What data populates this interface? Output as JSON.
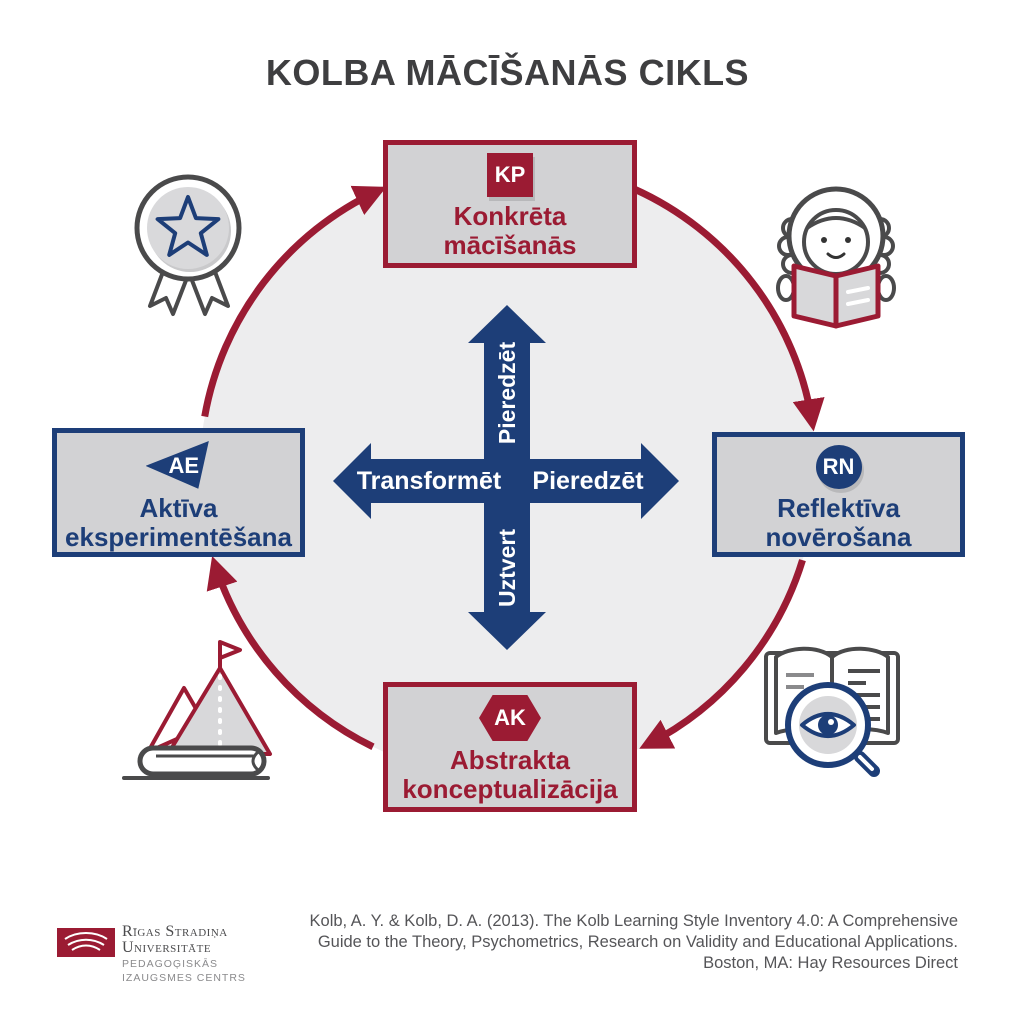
{
  "title": "KOLBA MĀCĪŠANĀS CIKLS",
  "colors": {
    "cycle_red": "#9b1b33",
    "axis_blue": "#1d3e78",
    "box_fill_gray": "#d2d2d4",
    "circle_fill_gray": "#ededee",
    "title_gray": "#3e3e40"
  },
  "boxes": {
    "kp": {
      "badge": "KP",
      "line1": "Konkrēta",
      "line2": "mācīšanās"
    },
    "rn": {
      "badge": "RN",
      "line1": "Reflektīva",
      "line2": "novērošana"
    },
    "ak": {
      "badge": "AK",
      "line1": "Abstrakta",
      "line2": "konceptualizācija"
    },
    "ae": {
      "badge": "AE",
      "line1": "Aktīva",
      "line2": "eksperimentēšana"
    }
  },
  "axes": {
    "up": "Pieredzēt",
    "right": "Pieredzēt",
    "left": "Transformēt",
    "down": "Uztvert"
  },
  "icons": {
    "top_left": "medal-star-icon",
    "top_right": "reading-person-icon",
    "bottom_right": "book-magnifier-eye-icon",
    "bottom_left": "mountain-goal-book-icon"
  },
  "footer": {
    "logo": {
      "org_line1": "Rīgas Stradiņa",
      "org_line2": "Universitāte",
      "dept_line1": "PEDAGOĢISKĀS",
      "dept_line2": "IZAUGSMES CENTRS"
    },
    "citation_lines": [
      "Kolb, A. Y. & Kolb, D. A. (2013). The Kolb Learning Style Inventory 4.0: A Comprehensive",
      "Guide to the Theory, Psychometrics, Research on Validity and Educational Applications.",
      "Boston, MA: Hay Resources Direct"
    ]
  }
}
